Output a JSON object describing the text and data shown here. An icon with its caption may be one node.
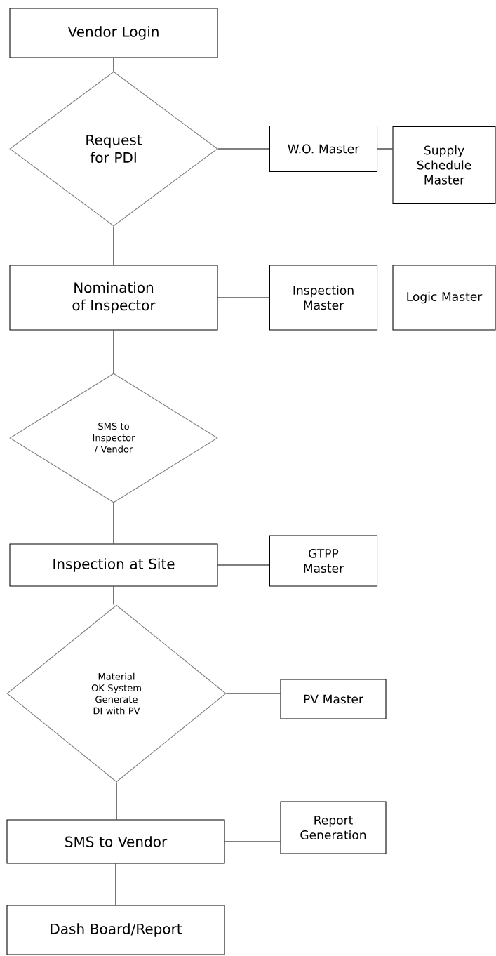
{
  "diagram": {
    "nodes": [
      {
        "text": [
          "Vendor Login"
        ]
      },
      {
        "text": [
          "Request for PDI"
        ]
      },
      {
        "text": [
          "W.O. Master"
        ]
      },
      {
        "text": [
          "Supply Schedule Master"
        ]
      },
      {
        "text": [
          "Nomination of Inspector"
        ]
      },
      {
        "text": [
          "Inspection Master"
        ]
      },
      {
        "text": [
          "Logic Master"
        ]
      },
      {
        "text": [
          "SMS to Inspector / Vendor"
        ]
      },
      {
        "text": [
          "Inspection at Site"
        ]
      },
      {
        "text": [
          "GTPP Master"
        ]
      },
      {
        "text": [
          "Material OK System Generate DI with PV"
        ]
      },
      {
        "text": [
          "PV Master"
        ]
      },
      {
        "text": [
          "SMS to Vendor"
        ]
      },
      {
        "text": [
          "Report Generation"
        ]
      },
      {
        "text": [
          "Dash Board/Report"
        ]
      }
    ],
    "edges": [
      {
        "from": 0,
        "to": 1,
        "arrow": "none"
      },
      {
        "from": 1,
        "to": 2,
        "arrow": "none"
      },
      {
        "from": 2,
        "to": 3,
        "arrow": "none"
      },
      {
        "from": 1,
        "to": 4,
        "arrow": "none"
      },
      {
        "from": 4,
        "to": 5,
        "arrow": "none"
      },
      {
        "from": 4,
        "to": 7,
        "arrow": "none"
      },
      {
        "from": 7,
        "to": 8,
        "arrow": "none"
      },
      {
        "from": 8,
        "to": 9,
        "arrow": "none"
      },
      {
        "from": 8,
        "to": 10,
        "arrow": "none"
      },
      {
        "from": 10,
        "to": 11,
        "arrow": "none"
      },
      {
        "from": 10,
        "to": 12,
        "arrow": "none"
      },
      {
        "from": 12,
        "to": 13,
        "arrow": "none"
      },
      {
        "from": 12,
        "to": 14,
        "arrow": "none"
      }
    ]
  }
}
